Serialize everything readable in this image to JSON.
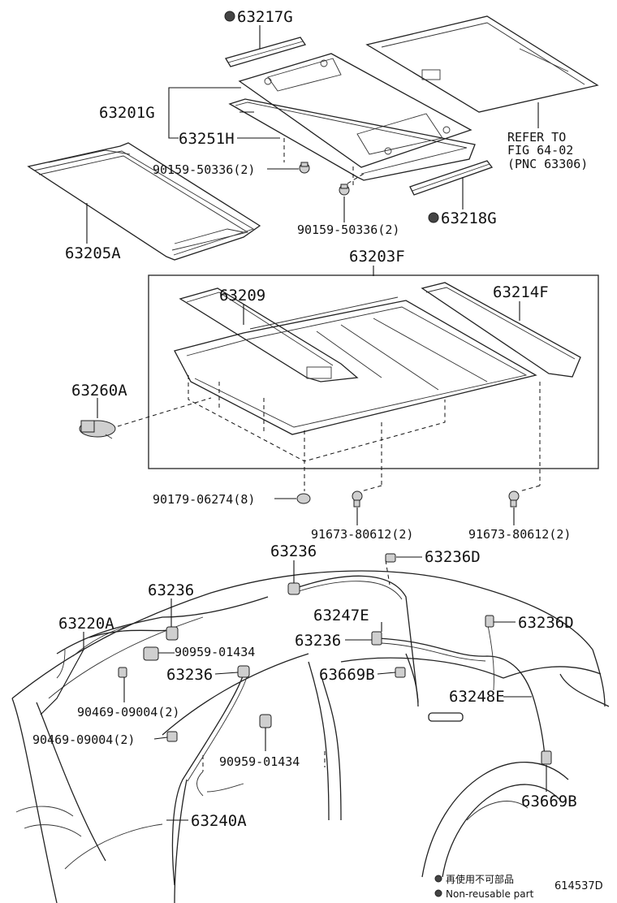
{
  "labels": {
    "p63217G": "63217G",
    "p63201G": "63201G",
    "p63251H": "63251H",
    "bolt_a": "90159-50336(2)",
    "bolt_b": "90159-50336(2)",
    "p63218G": "63218G",
    "p63205A": "63205A",
    "p63203F": "63203F",
    "p63209": "63209",
    "p63214F": "63214F",
    "p63260A": "63260A",
    "p90179": "90179-06274(8)",
    "p91673_a": "91673-80612(2)",
    "p91673_b": "91673-80612(2)",
    "p63236_top": "63236",
    "p63236D_top": "63236D",
    "p63236_left": "63236",
    "p63220A": "63220A",
    "p90959_a": "90959-01434",
    "p63247E": "63247E",
    "p63236D_right": "63236D",
    "p63236_mid": "63236",
    "p63236_lower": "63236",
    "p63669B_mid": "63669B",
    "p90469_a": "90469-09004(2)",
    "p63248E": "63248E",
    "p90469_b": "90469-09004(2)",
    "p90959_b": "90959-01434",
    "p63669B_bottom": "63669B",
    "p63240A": "63240A"
  },
  "reference": {
    "line1": "REFER TO",
    "line2": "FIG 64-02",
    "line3": "(PNC 63306)"
  },
  "legend": {
    "item1": "再使用不可部品",
    "item2": "Non-reusable part"
  },
  "figure_number": "614537D"
}
